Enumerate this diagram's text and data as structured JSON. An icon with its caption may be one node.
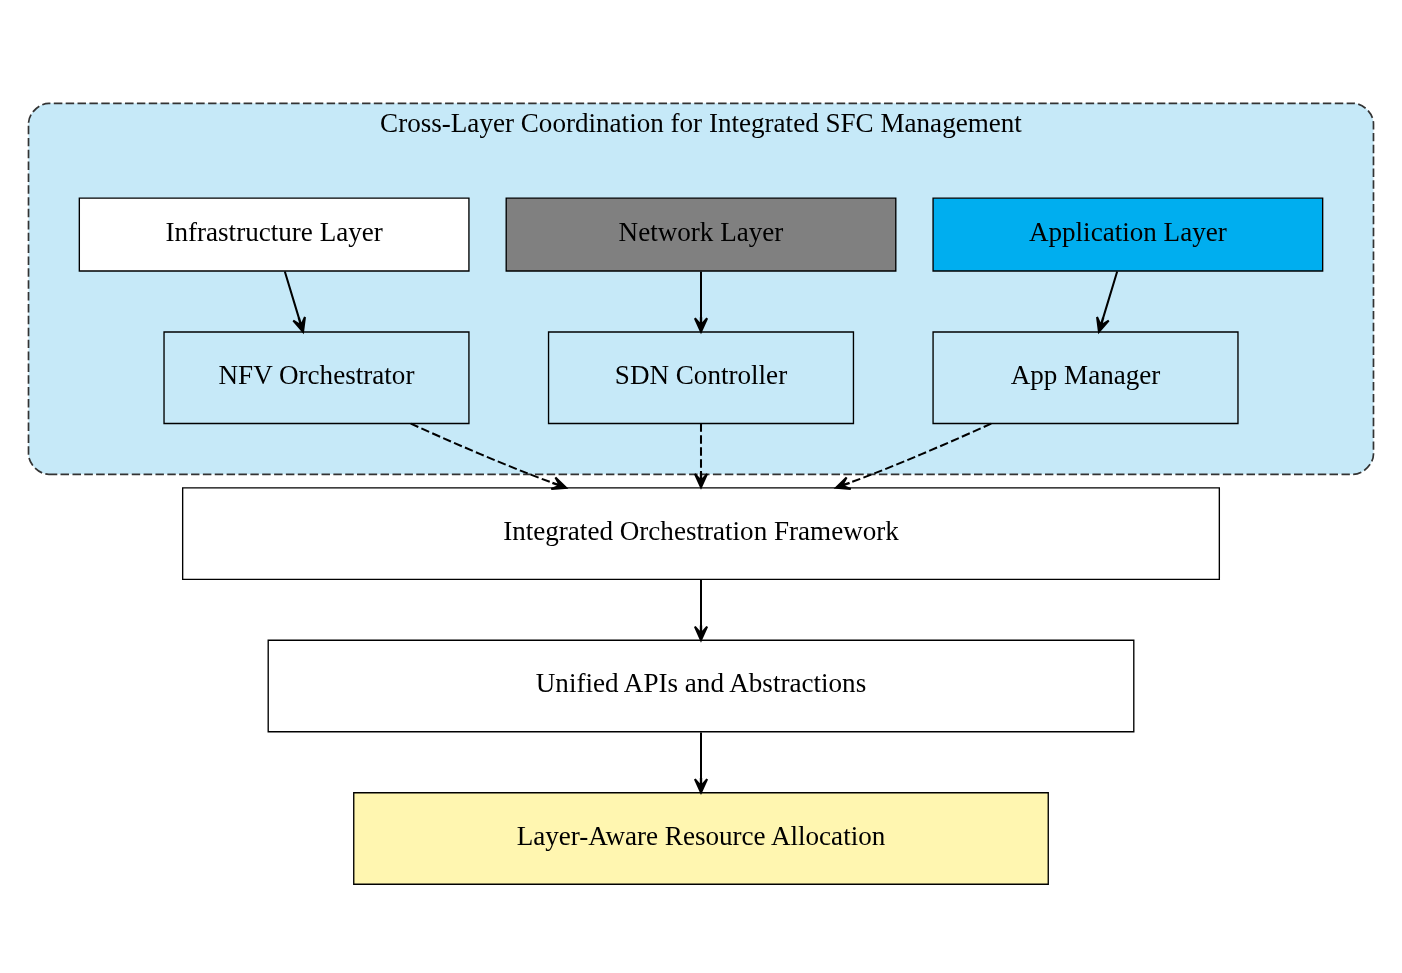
{
  "diagram": {
    "nodes": [
      {
        "text": [
          "Cross-Layer Coordination for Integrated SFC Management"
        ]
      },
      {
        "text": [
          "Application Layer"
        ],
        "in": 0
      },
      {
        "text": [
          "Network Layer"
        ],
        "in": 0
      },
      {
        "text": [
          "Infrastructure Layer"
        ],
        "in": 0
      },
      {
        "text": [
          "App Manager"
        ],
        "in": 0
      },
      {
        "text": [
          "SDN Controller"
        ],
        "in": 0
      },
      {
        "text": [
          "NFV Orchestrator"
        ],
        "in": 0
      },
      {
        "text": [
          "Integrated Orchestration Framework"
        ]
      },
      {
        "text": [
          "Unified APIs and Abstractions"
        ]
      },
      {
        "text": [
          "Layer-Aware Resource Allocation"
        ]
      }
    ],
    "edges": [
      {
        "from": 1,
        "to": 4,
        "arrow": "to"
      },
      {
        "from": 2,
        "to": 5,
        "arrow": "to"
      },
      {
        "from": 3,
        "to": 6,
        "arrow": "to"
      },
      {
        "from": 4,
        "to": 7,
        "arrow": "to",
        "style": "dashed"
      },
      {
        "from": 5,
        "to": 7,
        "arrow": "to",
        "style": "dashed"
      },
      {
        "from": 6,
        "to": 7,
        "arrow": "to",
        "style": "dashed"
      },
      {
        "from": 7,
        "to": 8,
        "arrow": "to"
      },
      {
        "from": 8,
        "to": 9,
        "arrow": "to"
      }
    ]
  }
}
